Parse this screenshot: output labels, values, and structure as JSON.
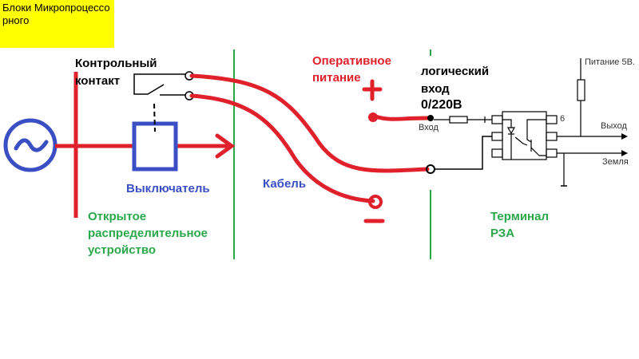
{
  "title": "Блоки Микропроцессорного",
  "labels": {
    "control_contact_1": "Контрольный",
    "control_contact_2": "контакт",
    "operative_power_1": "Оперативное",
    "operative_power_2": "питание",
    "logic_input_1": "логический",
    "logic_input_2": "вход",
    "logic_input_3": "0/220В",
    "breaker": "Выключатель",
    "cable": "Кабель",
    "switchgear_1": "Открытое",
    "switchgear_2": "распределительное",
    "switchgear_3": "устройство",
    "terminal_1": "Терминал",
    "terminal_2": "РЗА",
    "plus_sign": "+",
    "minus_sign": "−",
    "input_pin": "Вход",
    "power_5v": "Питание 5В.",
    "output": "Выход",
    "ground": "Земля",
    "pin6": "6"
  },
  "colors": {
    "title_bg": "#ffff00",
    "wire_red": "#e0202a",
    "equipment_blue": "#3a4fc4",
    "zone_green": "#2aa84a"
  }
}
